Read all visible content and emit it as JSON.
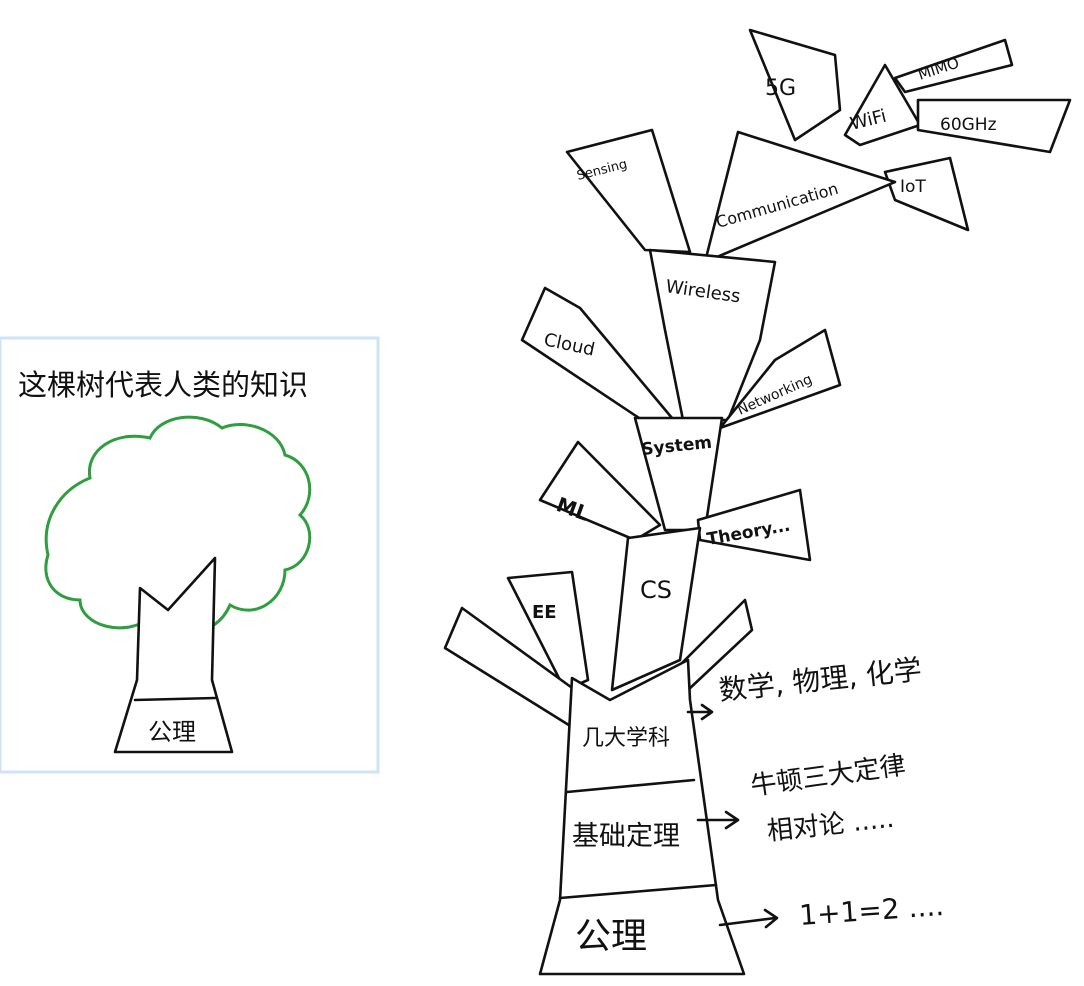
{
  "left_panel": {
    "caption": "这棵树代表人类的知识",
    "base_label": "公理",
    "foliage_color": "#2e9e3e",
    "panel_border_color": "#cfe3f7"
  },
  "tree": {
    "trunk_levels": [
      {
        "label": "公理",
        "note": "1+1=2 ...."
      },
      {
        "label": "基础定理",
        "note": "牛顿三大定律",
        "note2": "相对论 ....."
      },
      {
        "label": "几大学科",
        "note": "数学, 物理, 化学"
      }
    ],
    "branches": {
      "cs": "CS",
      "ee": "EE",
      "ml": "ML",
      "theory": "Theory...",
      "system": "System",
      "cloud": "Cloud",
      "networking": "Networking",
      "wireless": "Wireless",
      "sensing": "Sensing",
      "communication": "Communication",
      "g5": "5G",
      "wifi": "WiFi",
      "mimo": "MIMO",
      "ghz60": "60GHz",
      "iot": "IoT"
    }
  }
}
